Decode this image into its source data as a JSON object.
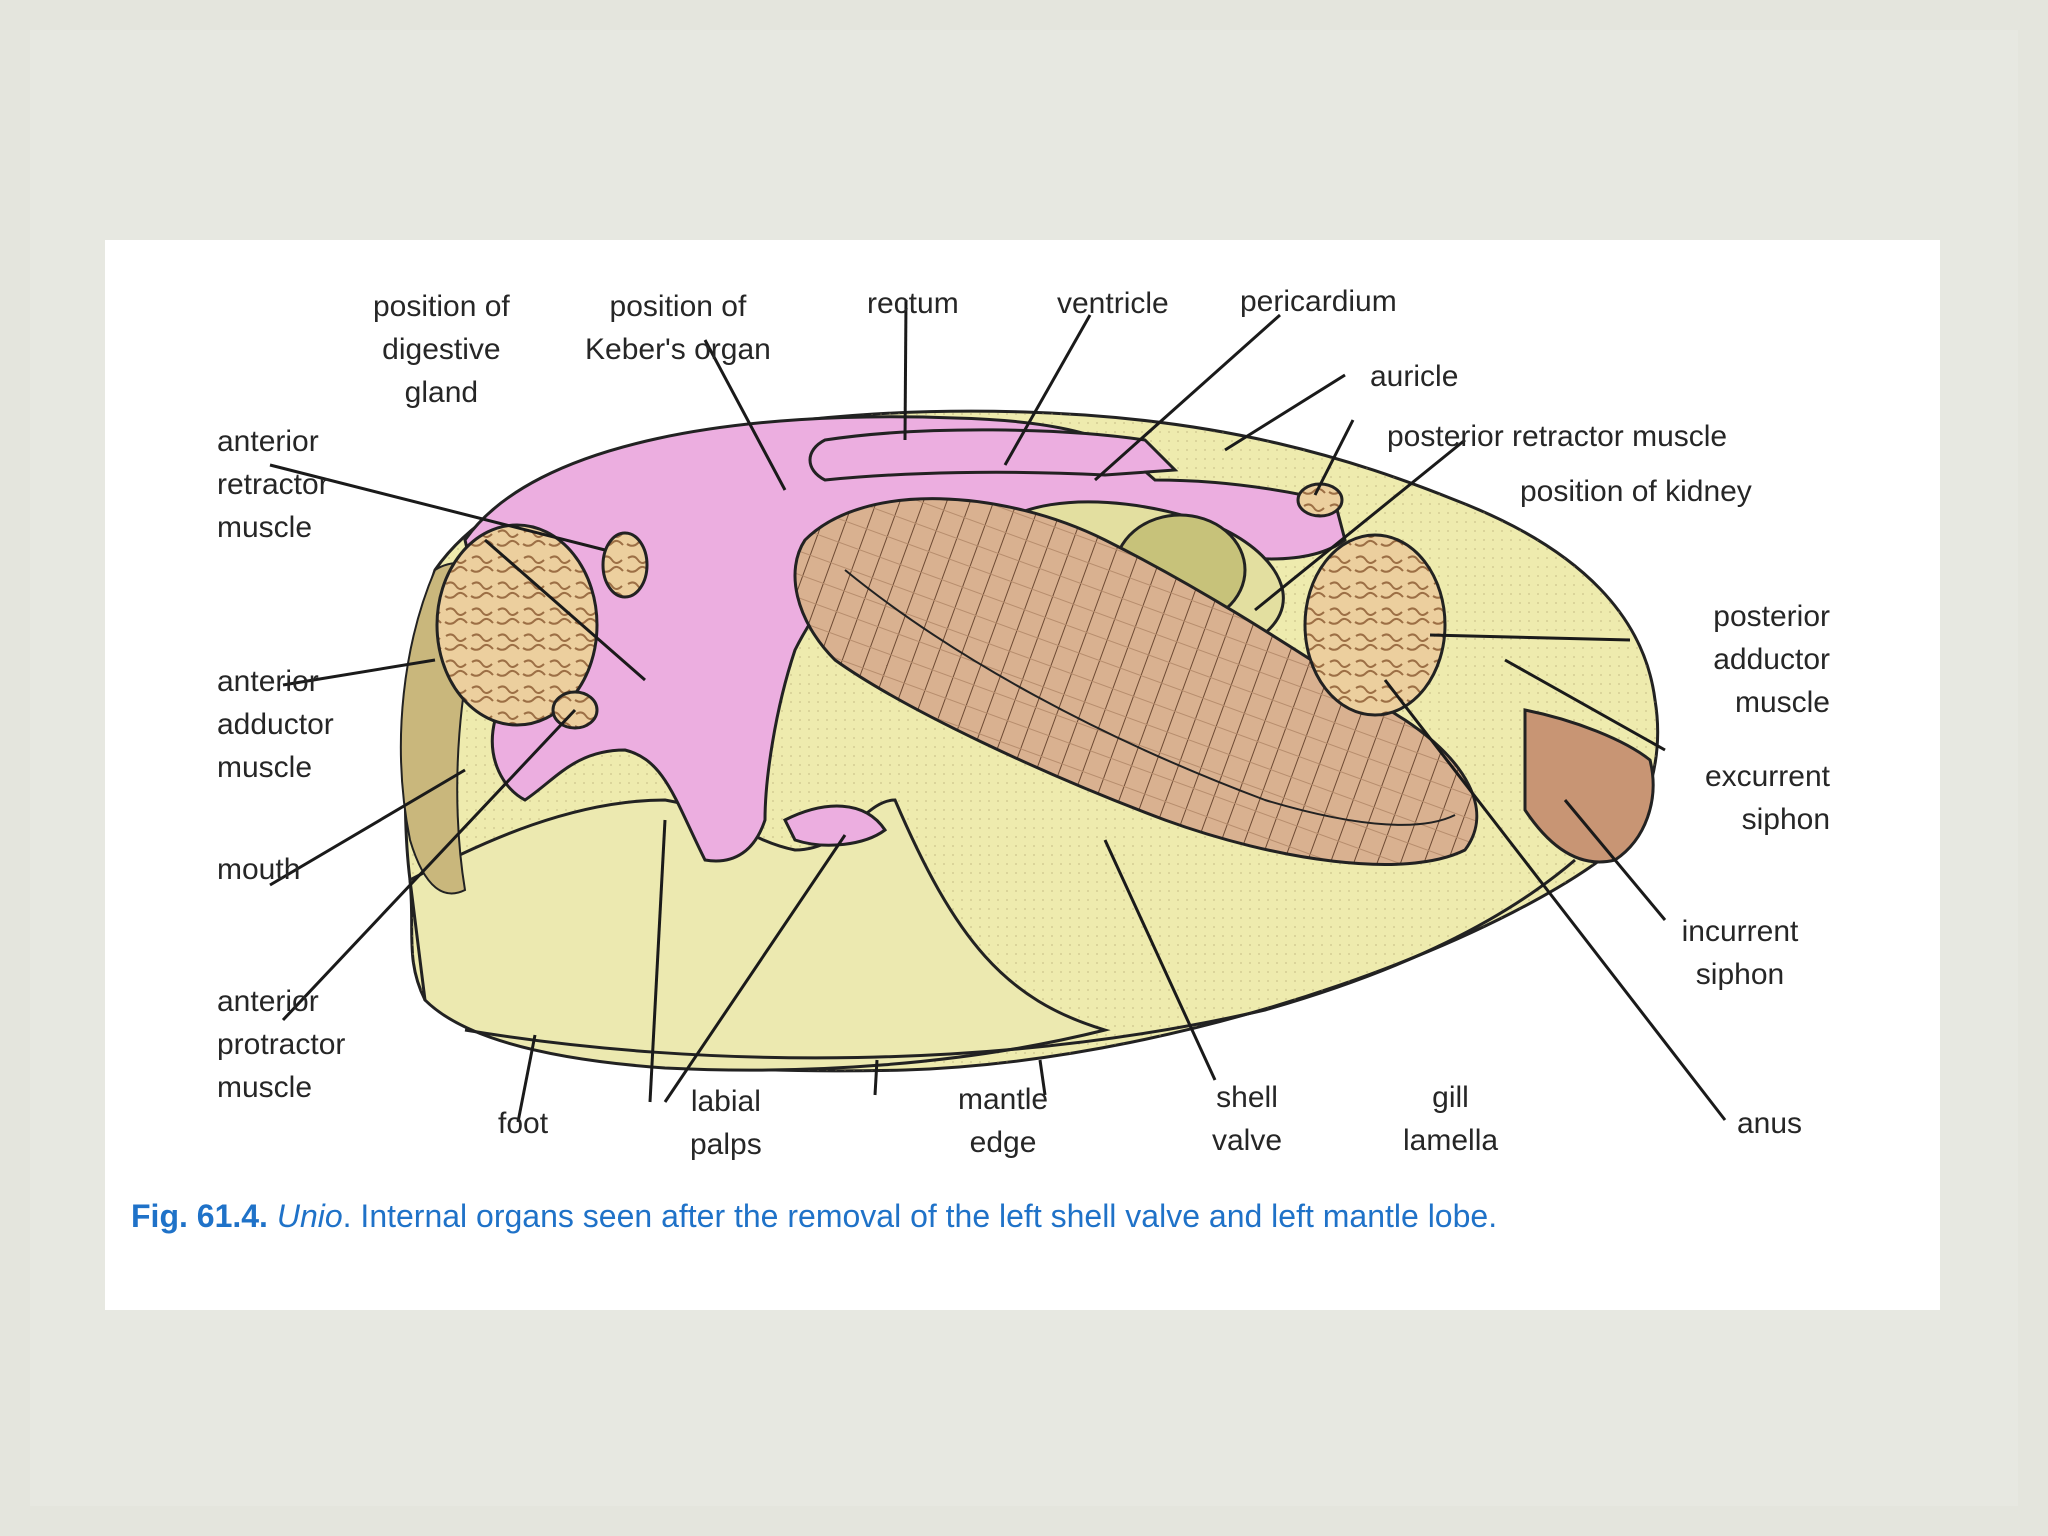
{
  "colors": {
    "body_yellow": "#eeebae",
    "pink": "#ecaee0",
    "gill_brown": "#d9b190",
    "muscle": "#eccf9e",
    "caption_blue": "#1f72c8",
    "text": "#262626"
  },
  "labels": {
    "digestive_gland": [
      "position of",
      "digestive",
      "gland"
    ],
    "kebers_organ": [
      "position of",
      "Keber's organ"
    ],
    "rectum": [
      "rectum"
    ],
    "ventricle": [
      "ventricle"
    ],
    "pericardium": [
      "pericardium"
    ],
    "auricle": [
      "auricle"
    ],
    "posterior_retractor": [
      "posterior retractor muscle"
    ],
    "kidney": [
      "position of kidney"
    ],
    "anterior_retractor": [
      "anterior",
      "retractor",
      "muscle"
    ],
    "anterior_adductor": [
      "anterior",
      "adductor",
      "muscle"
    ],
    "mouth": [
      "mouth"
    ],
    "anterior_protractor": [
      "anterior",
      "protractor",
      "muscle"
    ],
    "posterior_adductor": [
      "posterior",
      "adductor",
      "muscle"
    ],
    "excurrent_siphon": [
      "excurrent",
      "siphon"
    ],
    "incurrent_siphon": [
      "incurrent",
      "siphon"
    ],
    "foot": [
      "foot"
    ],
    "labial_palps": [
      "labial",
      "palps"
    ],
    "mantle_edge": [
      "mantle",
      "edge"
    ],
    "shell_valve": [
      "shell",
      "valve"
    ],
    "gill_lamella": [
      "gill",
      "lamella"
    ],
    "anus": [
      "anus"
    ]
  },
  "caption": {
    "fig_number": "Fig. 61.4.",
    "genus": "Unio",
    "text": ". Internal organs seen after the removal of the left shell valve and left mantle lobe."
  }
}
